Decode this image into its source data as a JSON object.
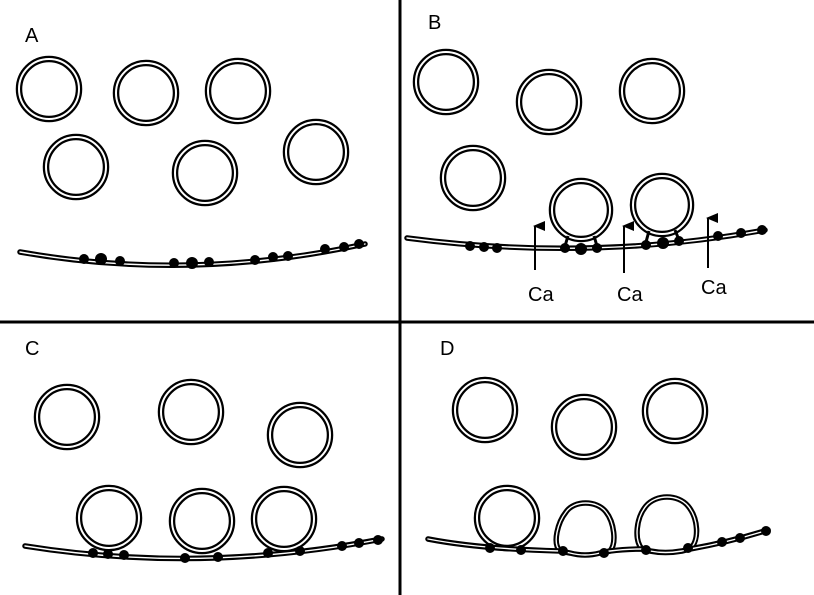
{
  "figure": {
    "panels": [
      {
        "id": "A",
        "label": "A"
      },
      {
        "id": "B",
        "label": "B",
        "arrow_labels": [
          "Ca",
          "Ca",
          "Ca"
        ]
      },
      {
        "id": "C",
        "label": "C"
      },
      {
        "id": "D",
        "label": "D"
      }
    ]
  },
  "colors": {
    "ink": "#000000",
    "background": "#ffffff"
  }
}
